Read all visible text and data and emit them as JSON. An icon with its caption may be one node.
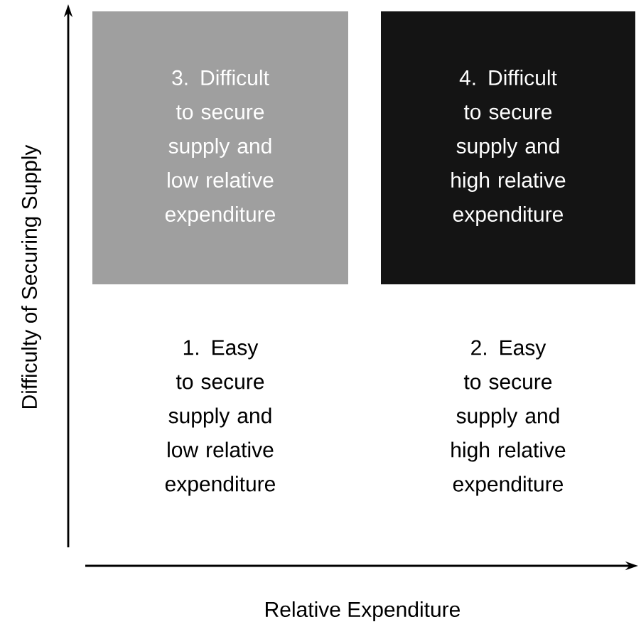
{
  "diagram": {
    "nodes": [
      {
        "text": [
          "3. Difficult to secure supply and low relative expenditure"
        ]
      },
      {
        "text": [
          "4. Difficult to secure supply and high relative expenditure"
        ]
      },
      {
        "text": [
          "1. Easy to secure supply and low relative expenditure"
        ]
      },
      {
        "text": [
          "2. Easy to secure supply and high relative expenditure"
        ]
      }
    ],
    "labels": [
      "Difficulty of Securing Supply",
      "Relative Expenditure"
    ]
  }
}
